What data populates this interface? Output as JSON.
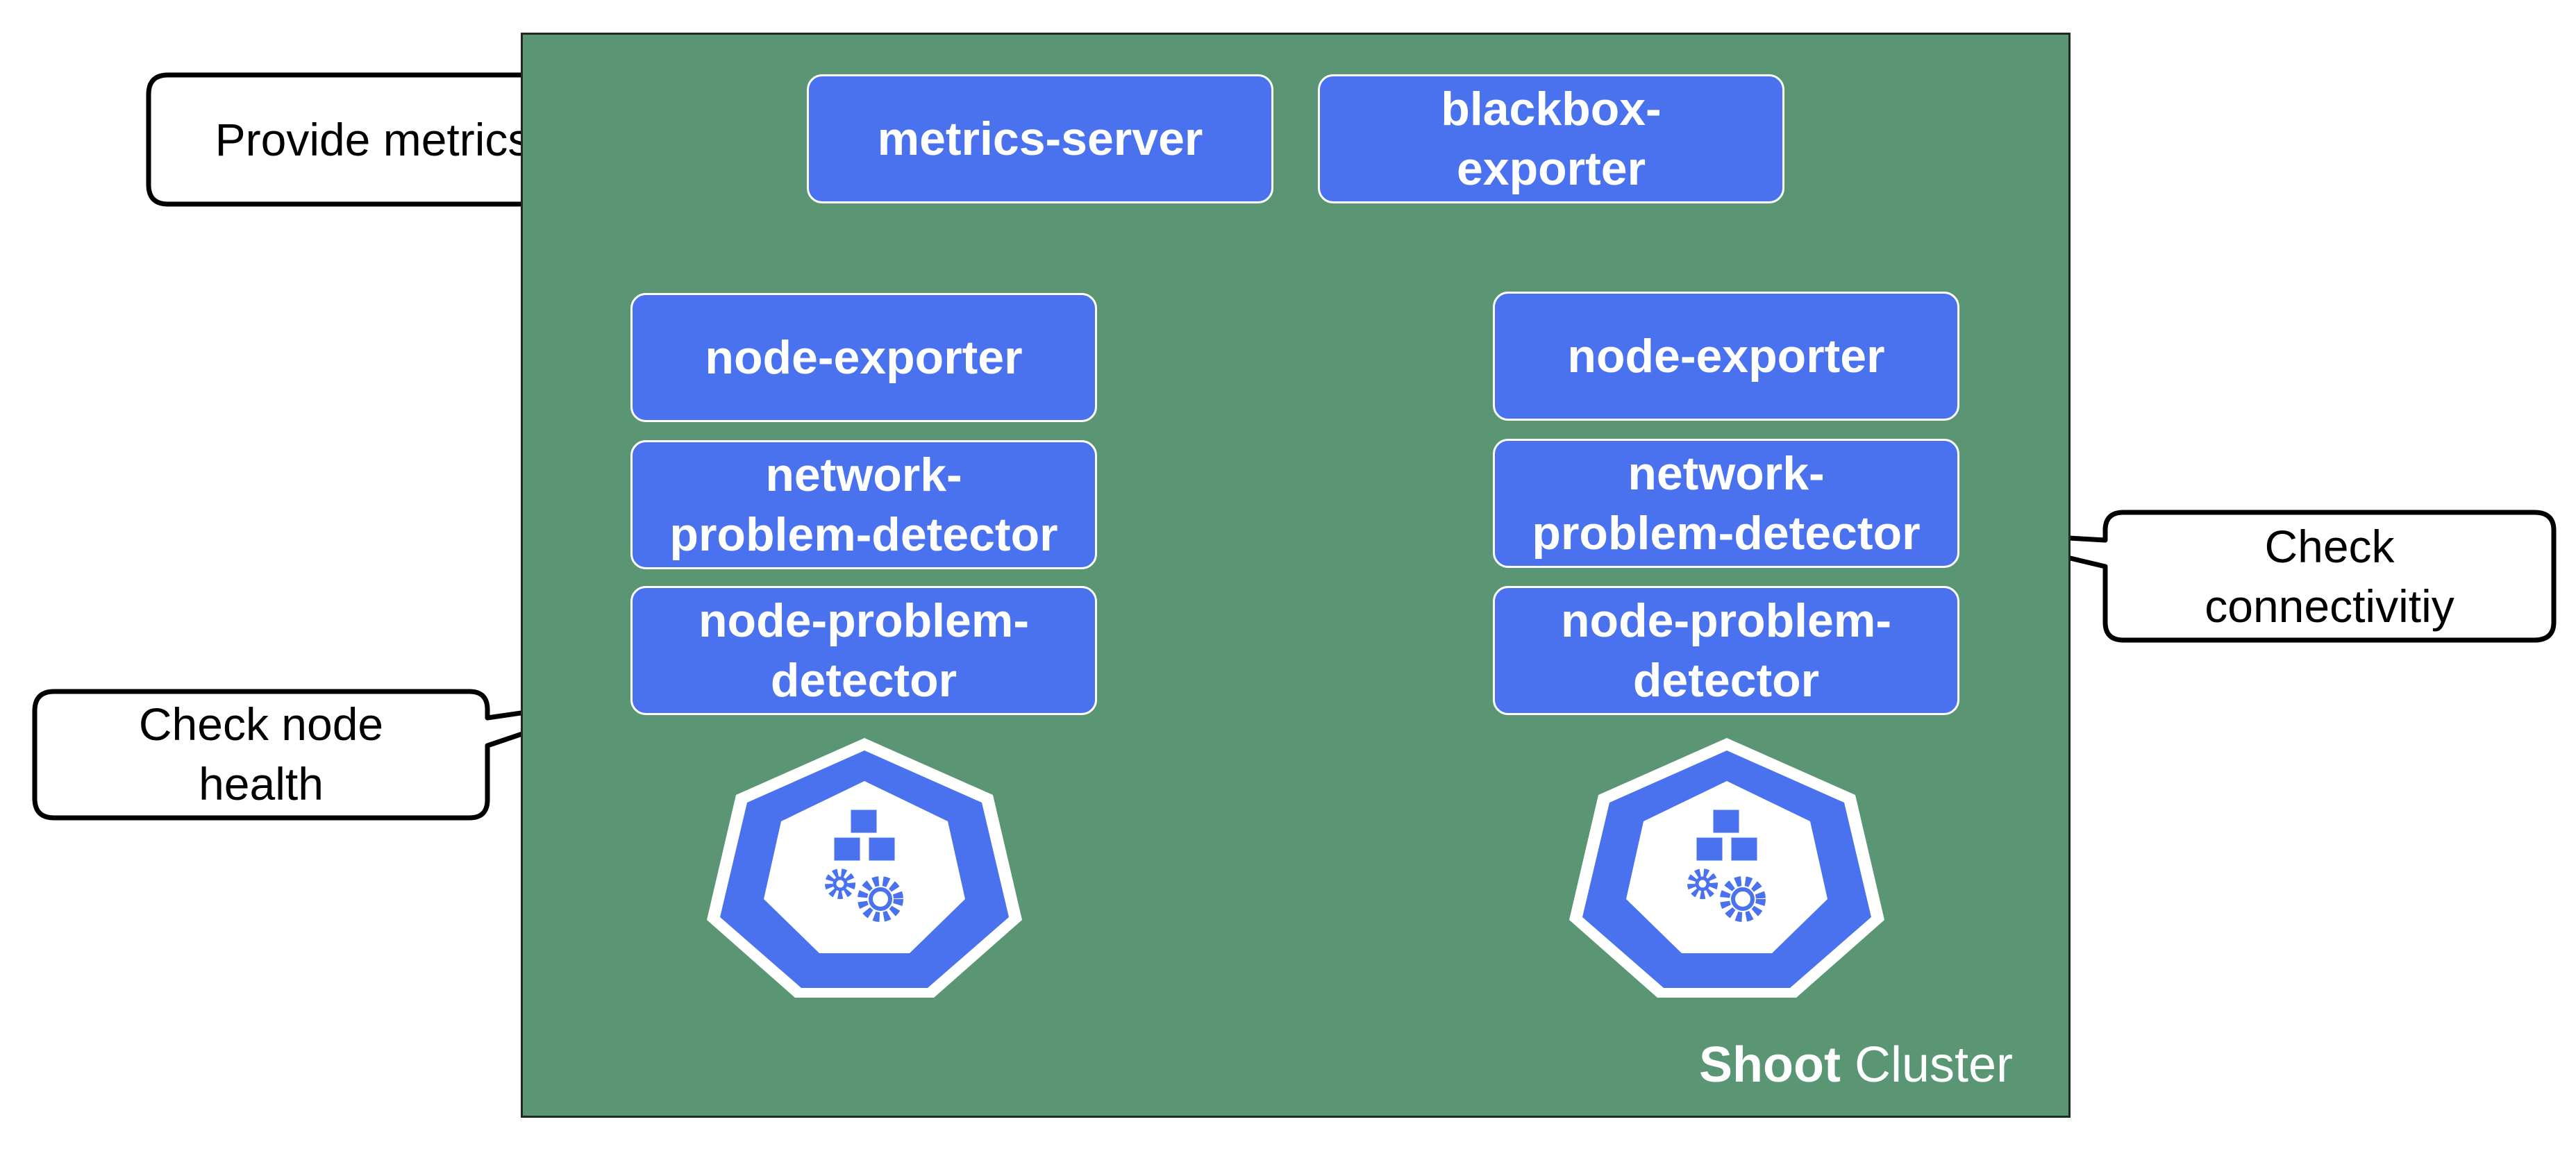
{
  "cluster": {
    "label_strong": "Shoot",
    "label_rest": " Cluster",
    "background_color": "#5a9673"
  },
  "components": {
    "metrics_server": "metrics-server",
    "blackbox_exporter": "blackbox-\nexporter",
    "left_node": {
      "node_exporter": "node-exporter",
      "network_problem_detector": "network-\nproblem-detector",
      "node_problem_detector": "node-problem-\ndetector",
      "icon": "kubernetes-node-icon"
    },
    "right_node": {
      "node_exporter": "node-exporter",
      "network_problem_detector": "network-\nproblem-detector",
      "node_problem_detector": "node-problem-\ndetector",
      "icon": "kubernetes-node-icon"
    },
    "box_color": "#4a72ee"
  },
  "callouts": {
    "provide_metrics": "Provide metrics",
    "check_node_health": "Check node\nhealth",
    "check_connectivity": "Check\nconnectivitiy"
  }
}
